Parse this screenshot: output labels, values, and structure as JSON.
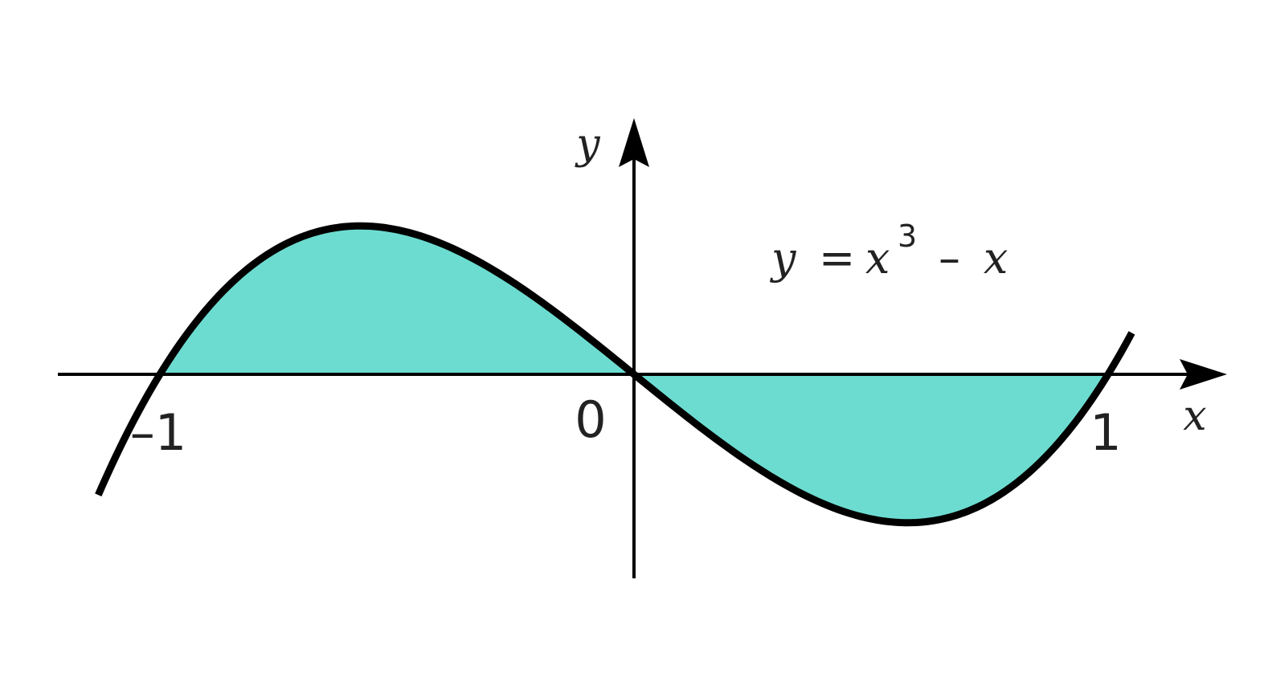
{
  "chart_data": {
    "type": "area",
    "function": "x^3 - x",
    "curve_label": {
      "lhs": "y",
      "equals": "=",
      "base": "x",
      "exponent": "3",
      "minus": "–",
      "rhs": "x"
    },
    "xlabel": "x",
    "ylabel": "y",
    "x_ticks": [
      {
        "value": -1,
        "label": "–1"
      },
      {
        "value": 0,
        "label": "0"
      },
      {
        "value": 1,
        "label": "1"
      }
    ],
    "curve_domain": [
      -1.13,
      1.05
    ],
    "shaded_regions": [
      {
        "from": -1,
        "to": 0
      },
      {
        "from": 0,
        "to": 1
      }
    ],
    "grid": false,
    "colors": {
      "fill": "#6ddcd0",
      "curve": "#000000",
      "axes": "#000000",
      "text": "#222222"
    }
  }
}
